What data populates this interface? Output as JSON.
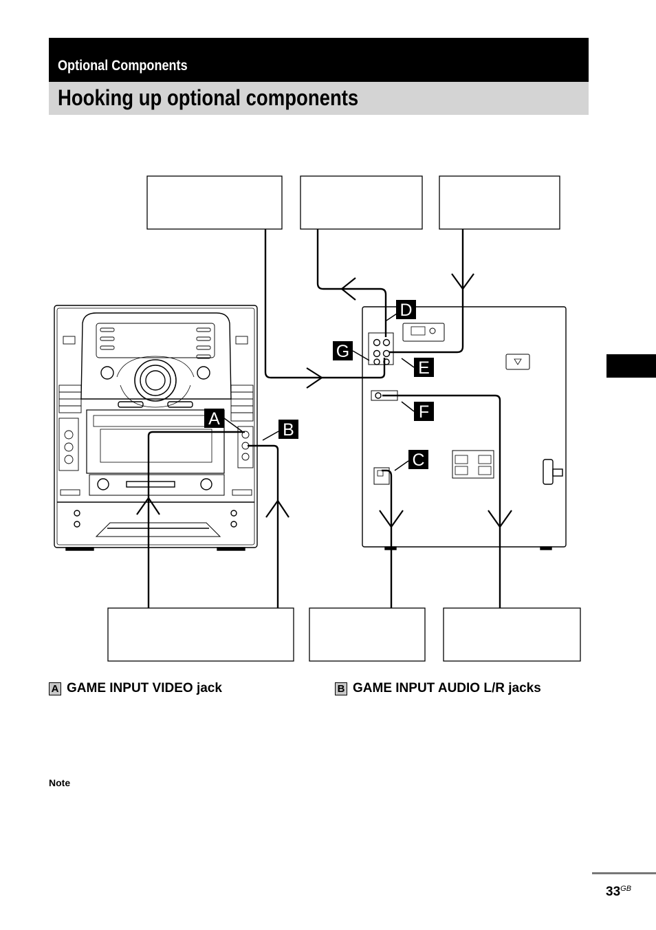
{
  "header": {
    "section": "Optional Components",
    "title": "Hooking up optional components"
  },
  "diagram": {
    "callouts": [
      "A",
      "B",
      "C",
      "D",
      "E",
      "F",
      "G"
    ]
  },
  "captions": {
    "a": {
      "letter": "A",
      "text": "GAME INPUT VIDEO jack"
    },
    "b": {
      "letter": "B",
      "text": "GAME INPUT AUDIO L/R jacks"
    }
  },
  "note_label": "Note",
  "footer": {
    "page": "33",
    "suffix": "GB"
  },
  "colors": {
    "section_bar": "#000000",
    "title_bar": "#d4d4d4",
    "callout_box": "#000000"
  }
}
